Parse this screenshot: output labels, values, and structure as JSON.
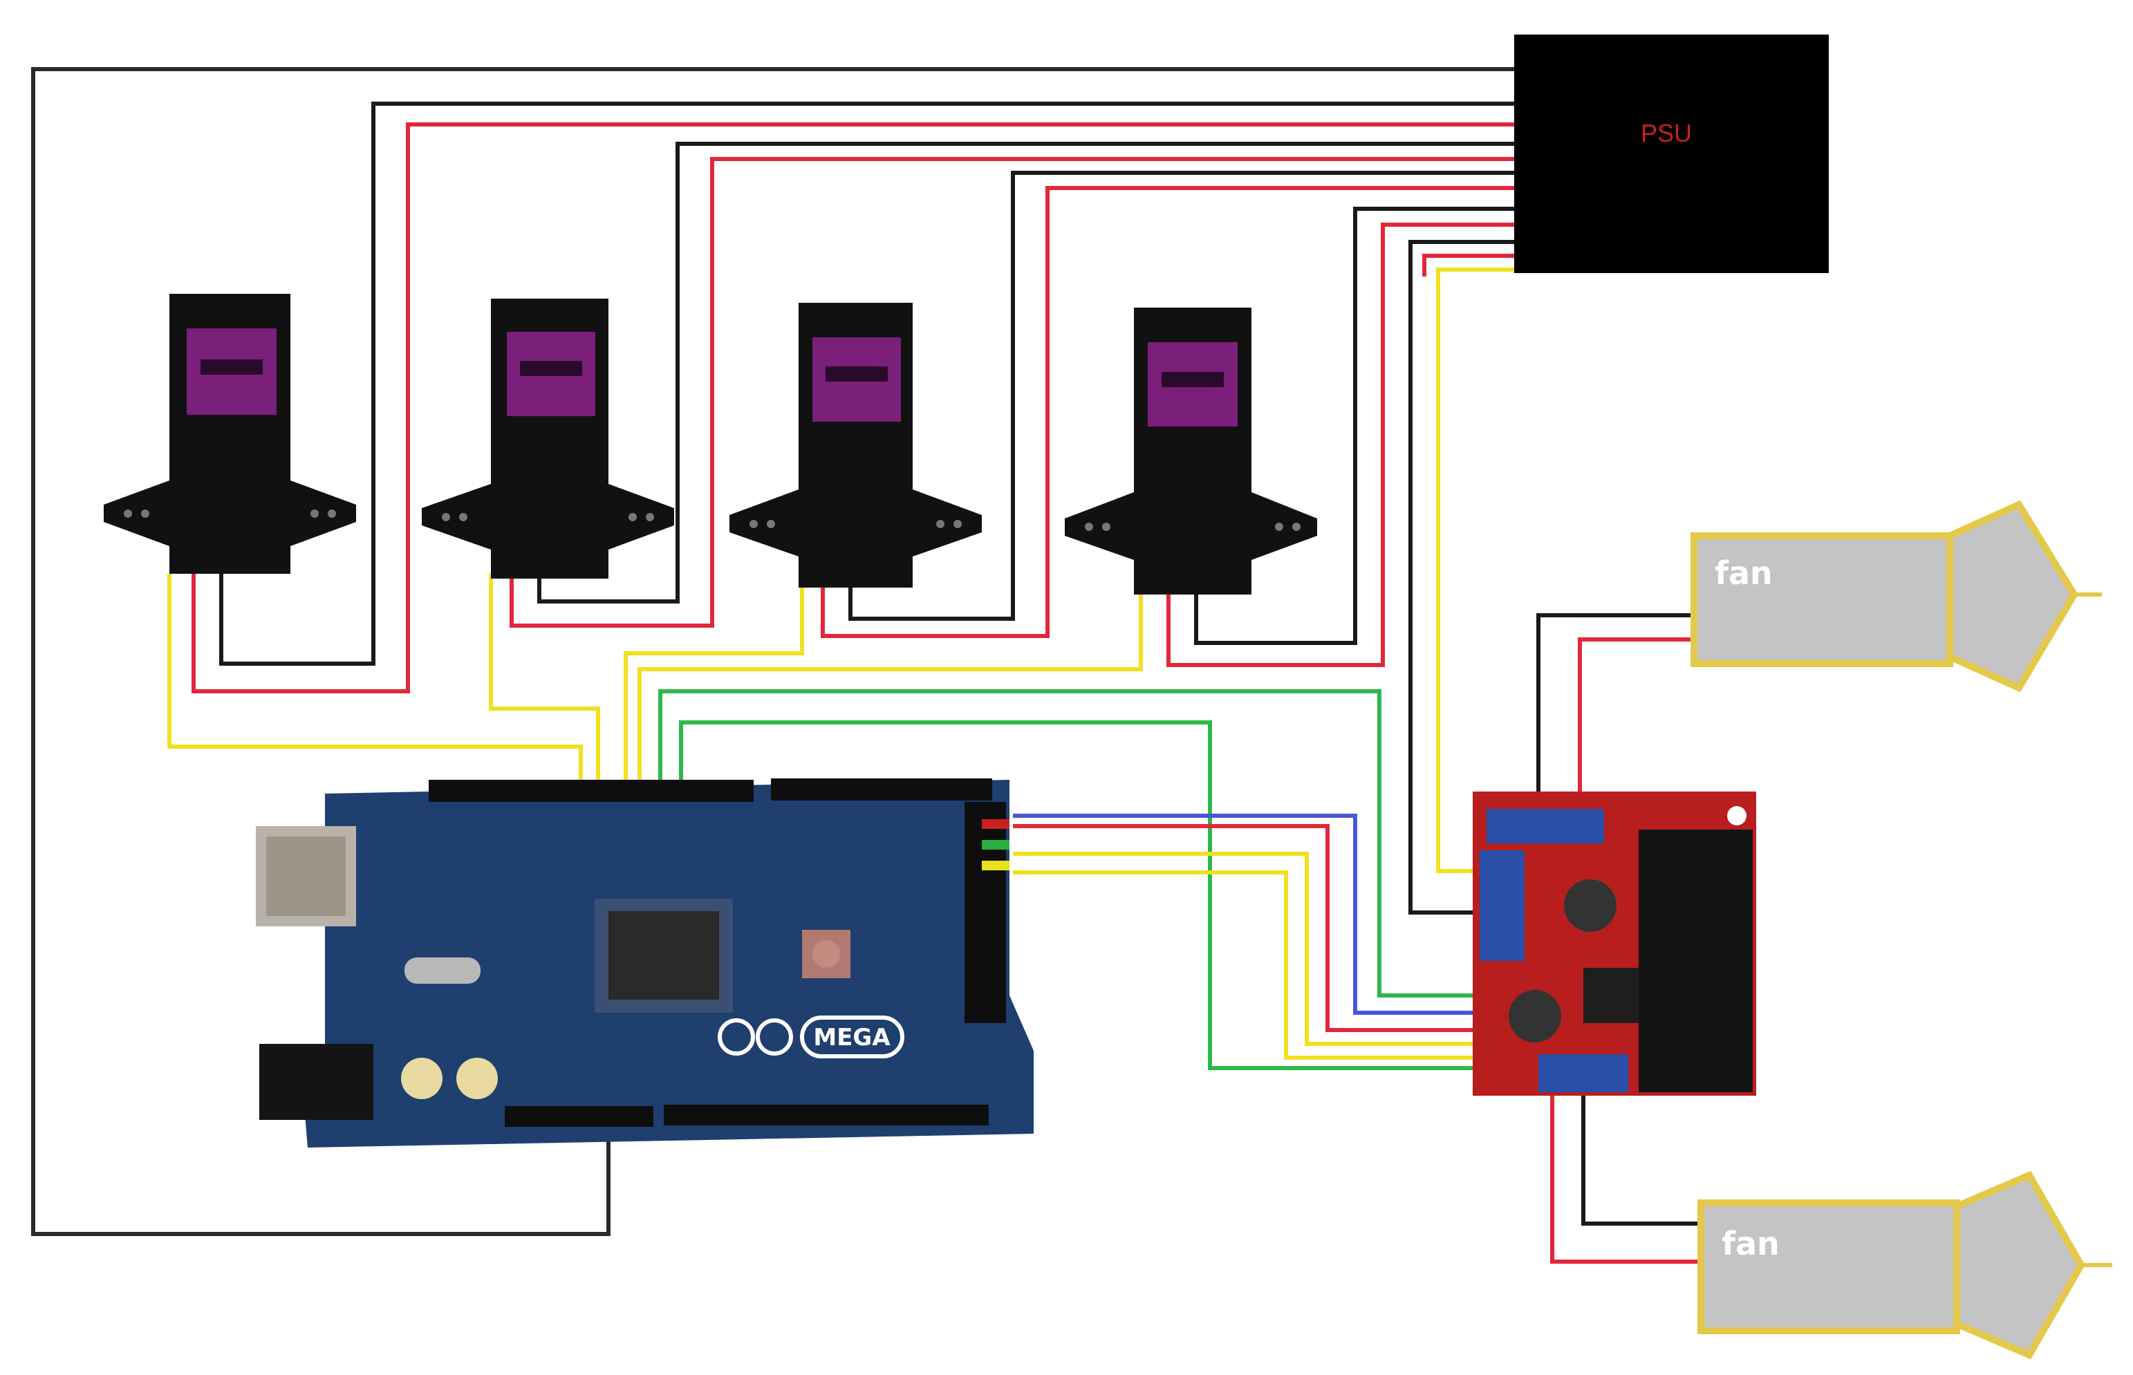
{
  "labels": {
    "psu": "PSU",
    "fan_top": "fan",
    "fan_bottom": "fan",
    "board_brand": "MEGA"
  },
  "components": [
    {
      "id": "psu",
      "icon": "power-supply-icon"
    },
    {
      "id": "servo-1",
      "icon": "servo-icon"
    },
    {
      "id": "servo-2",
      "icon": "servo-icon"
    },
    {
      "id": "servo-3",
      "icon": "servo-icon"
    },
    {
      "id": "servo-4",
      "icon": "servo-icon"
    },
    {
      "id": "arduino-mega",
      "icon": "microcontroller-icon"
    },
    {
      "id": "motor-driver",
      "icon": "motor-driver-icon"
    },
    {
      "id": "fan-top",
      "icon": "fan-icon"
    },
    {
      "id": "fan-bottom",
      "icon": "fan-icon"
    }
  ],
  "colors": {
    "wire_black": "#1a1a1a",
    "wire_red": "#e0283a",
    "wire_yellow": "#f0e020",
    "wire_green": "#2cb84a",
    "wire_blue": "#4a55d6",
    "psu_body": "#000000",
    "psu_label": "#cc1f1f",
    "fan_body": "#c4c4c4",
    "fan_outline": "#e3c84a",
    "arduino_pcb": "#1f3f6e",
    "driver_pcb": "#b81e1e",
    "servo_body": "#111111",
    "servo_label": "#7a1f7a"
  }
}
